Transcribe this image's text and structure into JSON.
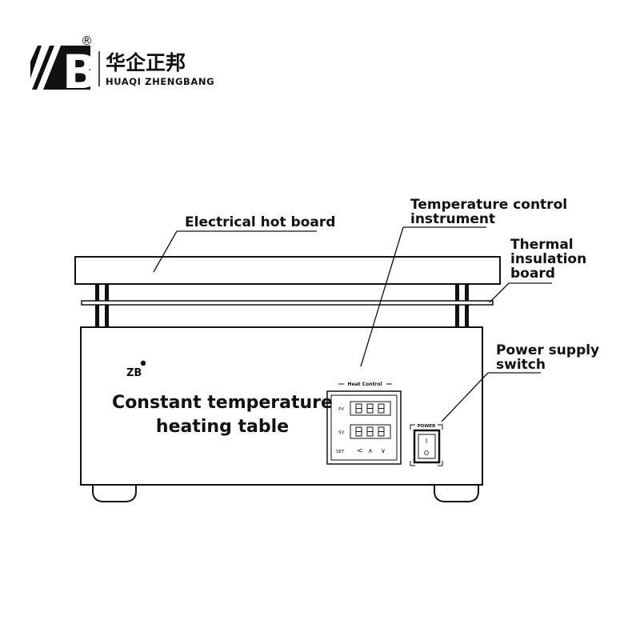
{
  "brand": {
    "mark": "B",
    "registered": "®",
    "name_cn": "华企正邦",
    "name_en": "HUAQI ZHENGBANG"
  },
  "labels": {
    "hot_board": "Electrical hot board",
    "temp_control_1": "Temperature control",
    "temp_control_2": "instrument",
    "thermal_1": "Thermal",
    "thermal_2": "insulation",
    "thermal_3": "board",
    "power_1": "Power supply",
    "power_2": "switch"
  },
  "device": {
    "logo": "ZB",
    "title_1": "Constant temperature",
    "title_2": "heating table"
  },
  "controller": {
    "header": "Heat Control",
    "pv_label": "PV",
    "sv_label": "SV",
    "set_label": "SET",
    "key_left": "<",
    "key_up": "∧",
    "key_down": "∨"
  },
  "power": {
    "label": "POWER",
    "on_symbol": "I",
    "off_symbol": "O"
  }
}
